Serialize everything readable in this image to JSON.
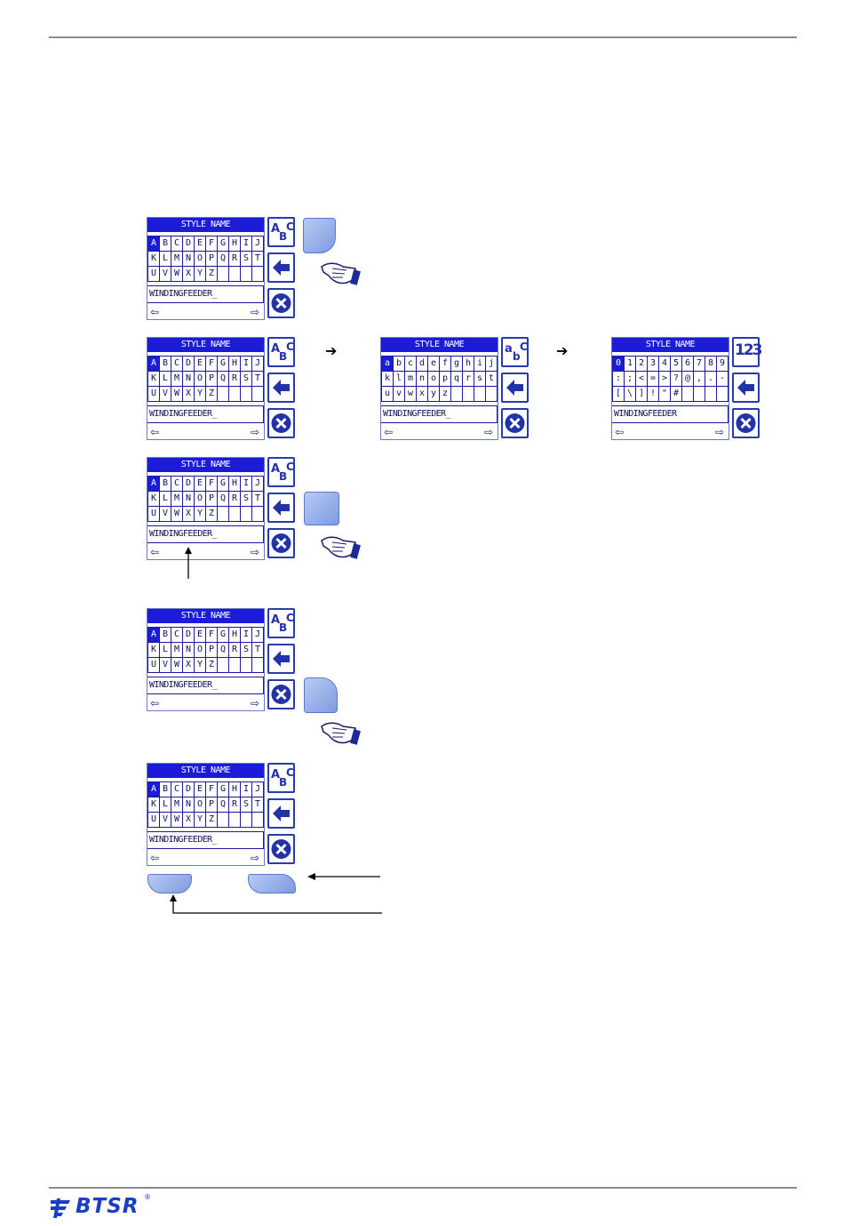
{
  "brand": {
    "name": "BTSR",
    "registered": "®"
  },
  "keyboard": {
    "title": "STYLE NAME",
    "entry_text": "WINDINGFEEDER_",
    "entry_text_symbols": "WINDINGFEEDER",
    "left_arrow": "⇦",
    "right_arrow": "⇨",
    "upper_rows": [
      [
        "A",
        "B",
        "C",
        "D",
        "E",
        "F",
        "G",
        "H",
        "I",
        "J"
      ],
      [
        "K",
        "L",
        "M",
        "N",
        "O",
        "P",
        "Q",
        "R",
        "S",
        "T"
      ],
      [
        "U",
        "V",
        "W",
        "X",
        "Y",
        "Z",
        "",
        "",
        "",
        ""
      ]
    ],
    "lower_rows": [
      [
        "a",
        "b",
        "c",
        "d",
        "e",
        "f",
        "g",
        "h",
        "i",
        "j"
      ],
      [
        "k",
        "l",
        "m",
        "n",
        "o",
        "p",
        "q",
        "r",
        "s",
        "t"
      ],
      [
        "u",
        "v",
        "w",
        "x",
        "y",
        "z",
        "",
        "",
        "",
        ""
      ]
    ],
    "symbol_rows": [
      [
        "0",
        "1",
        "2",
        "3",
        "4",
        "5",
        "6",
        "7",
        "8",
        "9"
      ],
      [
        ":",
        ";",
        "<",
        "=",
        ">",
        "?",
        "@",
        ",",
        ".",
        "-"
      ],
      [
        "[",
        "\\",
        "]",
        "!",
        "\"",
        "#",
        "",
        "",
        "",
        ""
      ]
    ],
    "mode_upper": {
      "a": "A",
      "b": "B",
      "c": "C"
    },
    "mode_lower": {
      "a": "a",
      "b": "b",
      "c": "C"
    },
    "mode_symbols": "123"
  },
  "flow_arrows": [
    "➔",
    "➔"
  ],
  "colors": {
    "screen_blue": "#1c1cd8",
    "key_blue": "#7d9be0",
    "rule_gray": "#8a8a8a"
  }
}
